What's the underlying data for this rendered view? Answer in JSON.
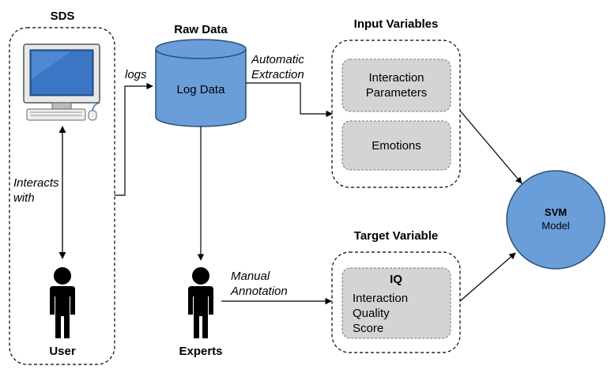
{
  "sds": {
    "title": "SDS",
    "interacts_label": "Interacts\nwith",
    "user_label": "User",
    "logs_label": "logs"
  },
  "raw_data": {
    "title": "Raw Data",
    "db_label": "Log Data",
    "automatic_label": "Automatic\nExtraction"
  },
  "experts": {
    "label": "Experts",
    "manual_label": "Manual\nAnnotation"
  },
  "input_variables": {
    "title": "Input Variables",
    "items": [
      "Interaction\nParameters",
      "Emotions"
    ]
  },
  "target_variable": {
    "title": "Target Variable",
    "heading": "IQ",
    "text": "Interaction\nQuality\nScore"
  },
  "svm": {
    "title": "SVM",
    "subtitle": "Model"
  },
  "colors": {
    "blue": "#6a9ed8",
    "blue_stroke": "#2f4f78",
    "gray_box": "#d4d4d4"
  }
}
